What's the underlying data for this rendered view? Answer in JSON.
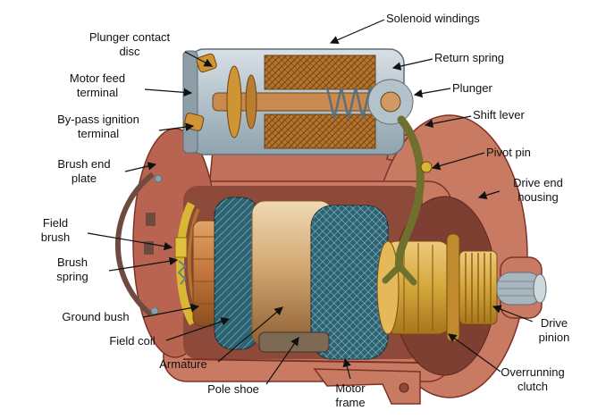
{
  "diagram": {
    "subject": "Starter motor cutaway",
    "labels": [
      {
        "id": "plunger-contact-disc",
        "text": "Plunger contact\ndisc"
      },
      {
        "id": "motor-feed-terminal",
        "text": "Motor feed\nterminal"
      },
      {
        "id": "by-pass-ignition-terminal",
        "text": "By-pass ignition\nterminal"
      },
      {
        "id": "brush-end-plate",
        "text": "Brush end\nplate"
      },
      {
        "id": "field-brush",
        "text": "Field\nbrush"
      },
      {
        "id": "brush-spring",
        "text": "Brush\nspring"
      },
      {
        "id": "ground-bush",
        "text": "Ground bush"
      },
      {
        "id": "field-coil",
        "text": "Field coil"
      },
      {
        "id": "armature",
        "text": "Armature"
      },
      {
        "id": "pole-shoe",
        "text": "Pole shoe"
      },
      {
        "id": "motor-frame",
        "text": "Motor\nframe"
      },
      {
        "id": "solenoid-windings",
        "text": "Solenoid windings"
      },
      {
        "id": "return-spring",
        "text": "Return spring"
      },
      {
        "id": "plunger",
        "text": "Plunger"
      },
      {
        "id": "shift-lever",
        "text": "Shift lever"
      },
      {
        "id": "pivot-pin",
        "text": "Pivot pin"
      },
      {
        "id": "drive-end-housing",
        "text": "Drive end\nhousing"
      },
      {
        "id": "drive-pinion",
        "text": "Drive\npinion"
      },
      {
        "id": "overrunning-clutch",
        "text": "Overrunning\nclutch"
      }
    ],
    "palette": {
      "housing": "#c97a63",
      "housing_outline": "#7e3226",
      "copper_winding": "#b5742c",
      "armature_tan": "#d3a873",
      "lamination_teal": "#2d6272",
      "gold_pinion": "#d4a73c",
      "lever_olive": "#6f6f2e",
      "steel": "#9fb0bf",
      "leader_line": "#111111"
    }
  }
}
